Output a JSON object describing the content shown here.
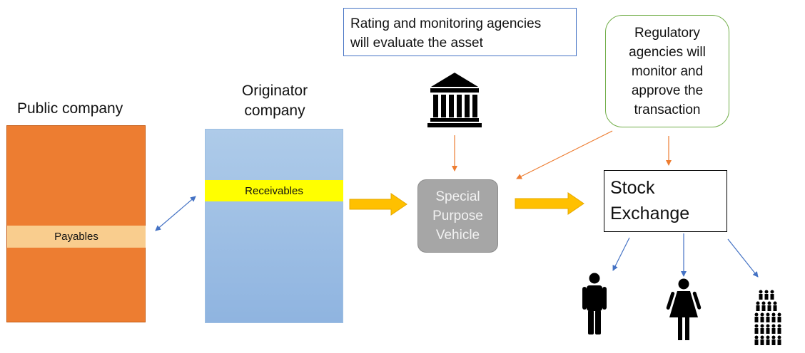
{
  "labels": {
    "public_company": "Public company",
    "originator_company": "Originator company"
  },
  "bands": {
    "payables": "Payables",
    "receivables": "Receivables"
  },
  "spv": {
    "text": "Special\nPurpose\nVehicle"
  },
  "rating_box": {
    "text": "Rating and monitoring agencies\nwill evaluate the asset"
  },
  "regulatory_box": {
    "text": "Regulatory\nagencies will\nmonitor and\napprove the\ntransaction"
  },
  "exchange_box": {
    "text": "Stock\nExchange"
  },
  "icons": [
    "bank-building-icon",
    "man-icon",
    "woman-icon",
    "crowd-icon"
  ],
  "colors": {
    "public_company": "#ed7d31",
    "payables": "#f9cd8e",
    "originator_company": "#9fc0e6",
    "receivables": "#ffff00",
    "spv": "#a6a6a6",
    "flow_arrow": "#ffc000",
    "thin_arrow_orange": "#ed7d31",
    "thin_arrow_blue": "#4472c4",
    "rating_border": "#4472c4",
    "regulatory_border": "#70ad47"
  }
}
